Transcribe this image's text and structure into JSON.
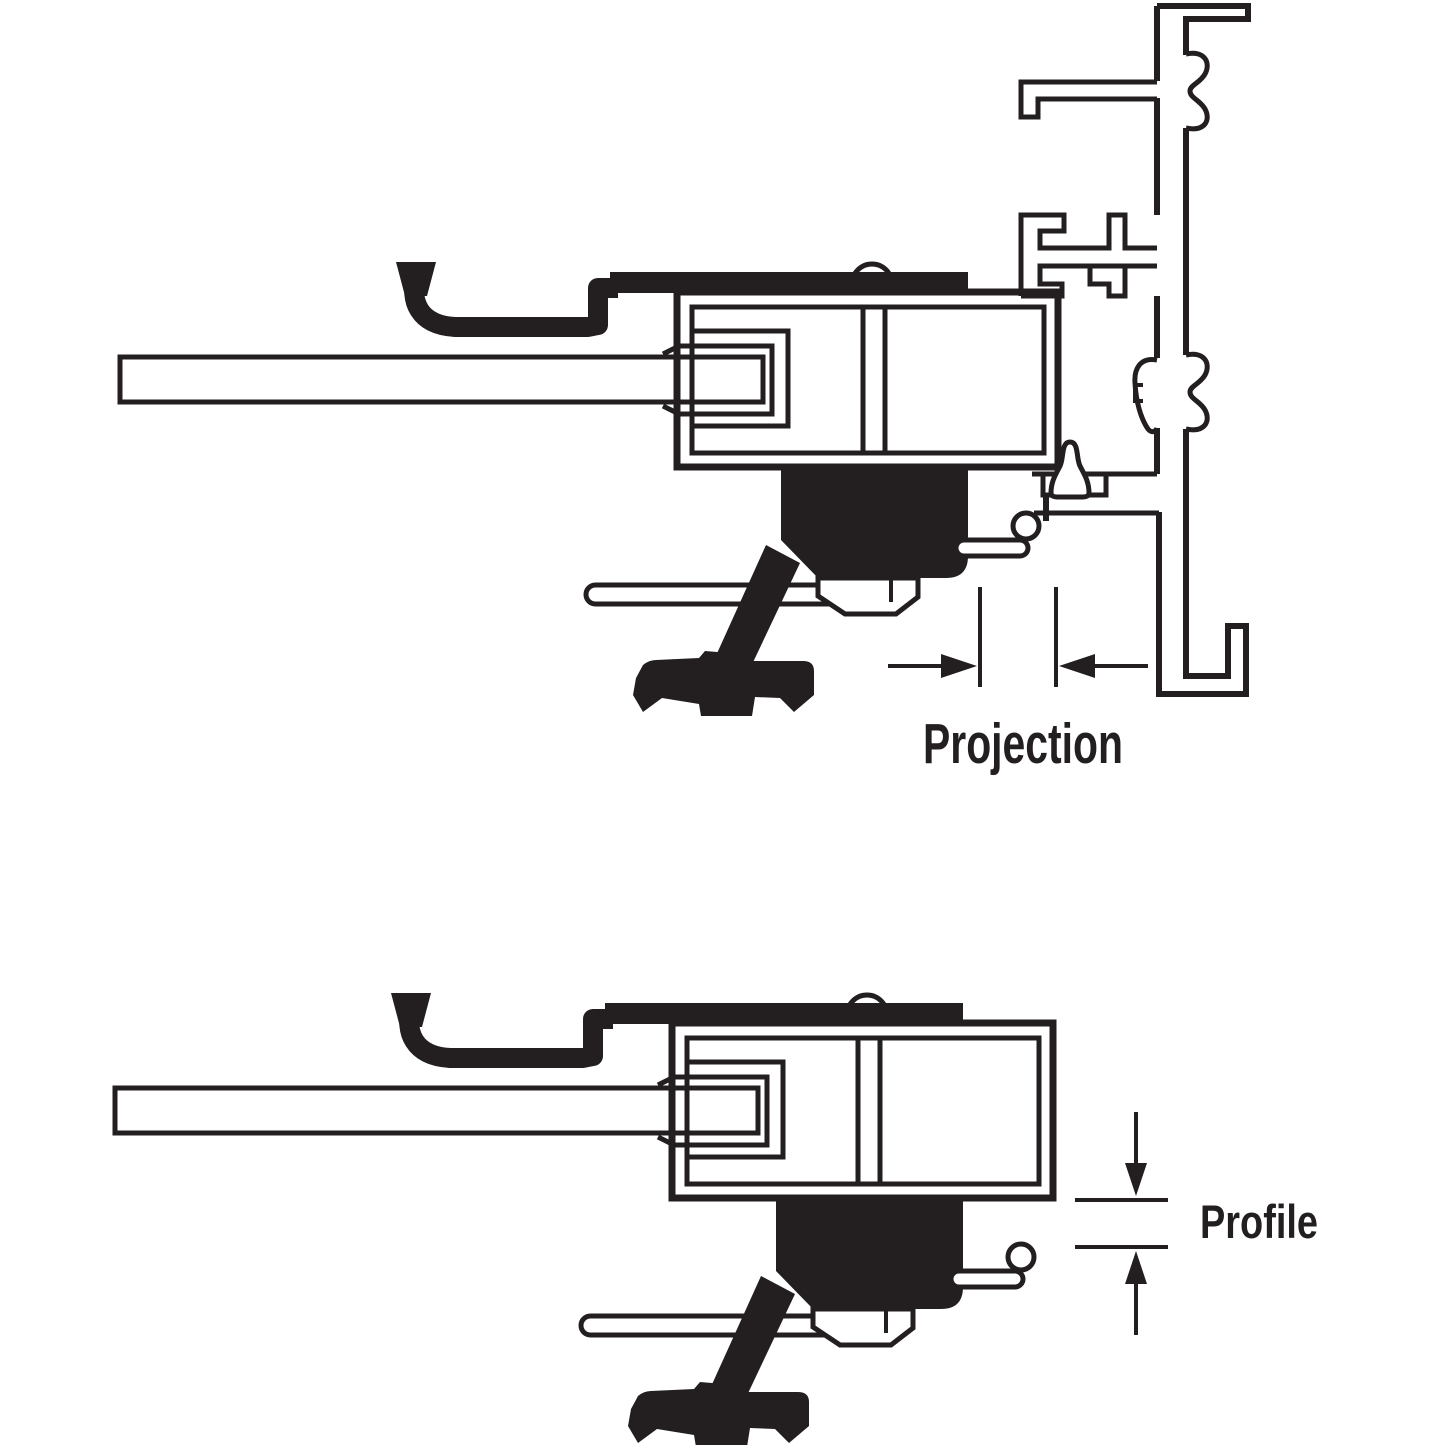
{
  "figure": {
    "type": "technical-cross-section-diagram",
    "background": "#ffffff",
    "ink_color": "#231f20",
    "glass_fill": "#c9cacb",
    "views": [
      {
        "name": "projection-view",
        "dimension_label": "Projection"
      },
      {
        "name": "profile-view",
        "dimension_label": "Profile"
      }
    ]
  }
}
